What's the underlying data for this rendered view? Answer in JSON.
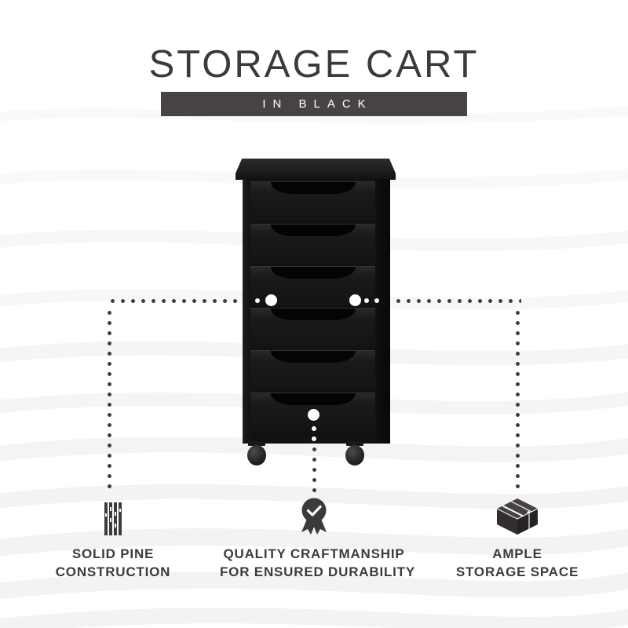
{
  "header": {
    "title": "STORAGE CART",
    "banner": "IN BLACK"
  },
  "product": {
    "name": "rolling storage cart",
    "finish": "black",
    "drawer_count": 6,
    "caster_count": 2
  },
  "features": [
    {
      "icon": "pine-planks-icon",
      "lines": [
        "SOLID PINE",
        "CONSTRUCTION"
      ]
    },
    {
      "icon": "quality-badge-icon",
      "lines": [
        "QUALITY CRAFTMANSHIP",
        "FOR ENSURED DURABILITY"
      ]
    },
    {
      "icon": "storage-box-icon",
      "lines": [
        "AMPLE",
        "STORAGE SPACE"
      ]
    }
  ],
  "colors": {
    "title_text": "#3d3a3b",
    "banner_bg": "#474344",
    "banner_text": "#ffffff",
    "label_text": "#3c3a3b",
    "dotted_line": "#3b3b3b",
    "cart_body": "#141414",
    "background": "#ffffff",
    "wave": "#ebebeb"
  }
}
